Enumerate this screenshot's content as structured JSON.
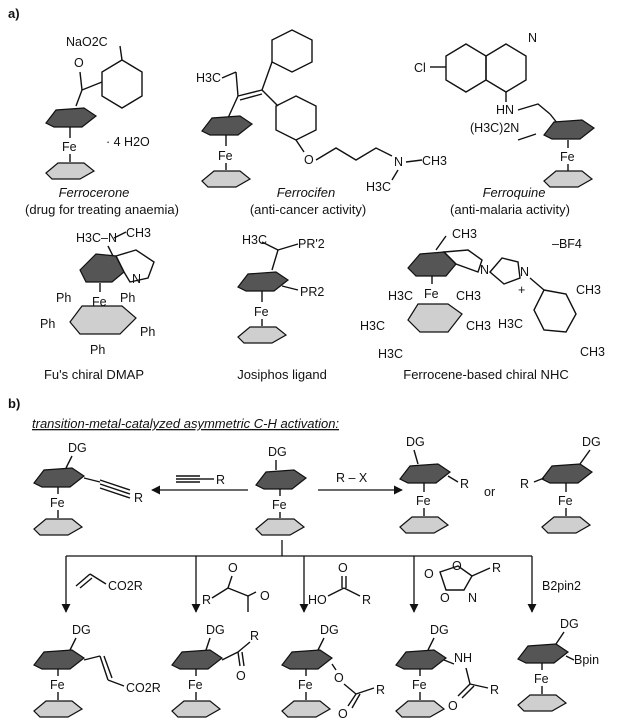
{
  "panel_a": {
    "label": "a)",
    "ferrocerone": {
      "reagent": "NaO2C",
      "oxygen": "O",
      "metal": "Fe",
      "hydrate": "· 4 H2O",
      "name": "Ferrocerone",
      "desc": "(drug for treating anaemia)"
    },
    "ferrocifen": {
      "ethyl": "H3C",
      "metal": "Fe",
      "oxygen": "O",
      "nitrogen": "N",
      "methyl_a": "CH3",
      "methyl_b": "H3C",
      "name": "Ferrocifen",
      "desc": "(anti-cancer activity)"
    },
    "ferroquine": {
      "chloro": "Cl",
      "ring_n": "N",
      "amine": "HN",
      "dimethyl": "(H3C)2N",
      "metal": "Fe",
      "name": "Ferroquine",
      "desc": "(anti-malaria activity)"
    },
    "fu_dmap": {
      "nme": "H3C–N",
      "methyl": "CH3",
      "ring_n": "N",
      "metal": "Fe",
      "ph1": "Ph",
      "ph2": "Ph",
      "ph3": "Ph",
      "ph4": "Ph",
      "ph5": "Ph",
      "name": "Fu's chiral DMAP"
    },
    "josiphos": {
      "methyl": "H3C",
      "phos1": "PR'2",
      "phos2": "PR2",
      "metal": "Fe",
      "name": "Josiphos ligand"
    },
    "nhc": {
      "methyl": "CH3",
      "n1": "N",
      "n2": "N",
      "charge": "+",
      "counterion": "–BF4",
      "metal": "Fe",
      "me1": "H3C",
      "me2": "H3C",
      "me3": "CH3",
      "me4": "CH3",
      "me5": "H3C",
      "ar_me1": "CH3",
      "ar_me2": "H3C",
      "ar_me3": "CH3",
      "name": "Ferrocene-based chiral NHC"
    }
  },
  "panel_b": {
    "label": "b)",
    "heading": "transition-metal-catalyzed asymmetric C-H activation:",
    "center": {
      "dg": "DG",
      "metal": "Fe"
    },
    "alkynyl": {
      "dg": "DG",
      "metal": "Fe",
      "r": "R",
      "reagent_r": "R"
    },
    "arylation": {
      "reagent": "R – X",
      "dg1": "DG",
      "r1": "R",
      "metal1": "Fe",
      "or": "or",
      "dg2": "DG",
      "r2": "R",
      "metal2": "Fe"
    },
    "reagents": [
      "CO2R",
      "R",
      "HO",
      "R",
      "B2pin2"
    ],
    "reagent_o": {
      "keto_o1": "O",
      "keto_o2": "O",
      "acid_o": "O",
      "diox_o1": "O",
      "diox_o2": "O",
      "diox_o3": "O",
      "diox_n": "N",
      "diox_r": "R"
    },
    "products": {
      "alkenyl": {
        "dg": "DG",
        "metal": "Fe",
        "ester": "CO2R"
      },
      "acyl": {
        "dg": "DG",
        "metal": "Fe",
        "o": "O",
        "r": "R"
      },
      "acyloxy": {
        "dg": "DG",
        "metal": "Fe",
        "o1": "O",
        "o2": "O",
        "r": "R"
      },
      "amido": {
        "dg": "DG",
        "metal": "Fe",
        "nh": "NH",
        "o": "O",
        "r": "R"
      },
      "boryl": {
        "dg": "DG",
        "metal": "Fe",
        "bpin": "Bpin"
      }
    }
  }
}
